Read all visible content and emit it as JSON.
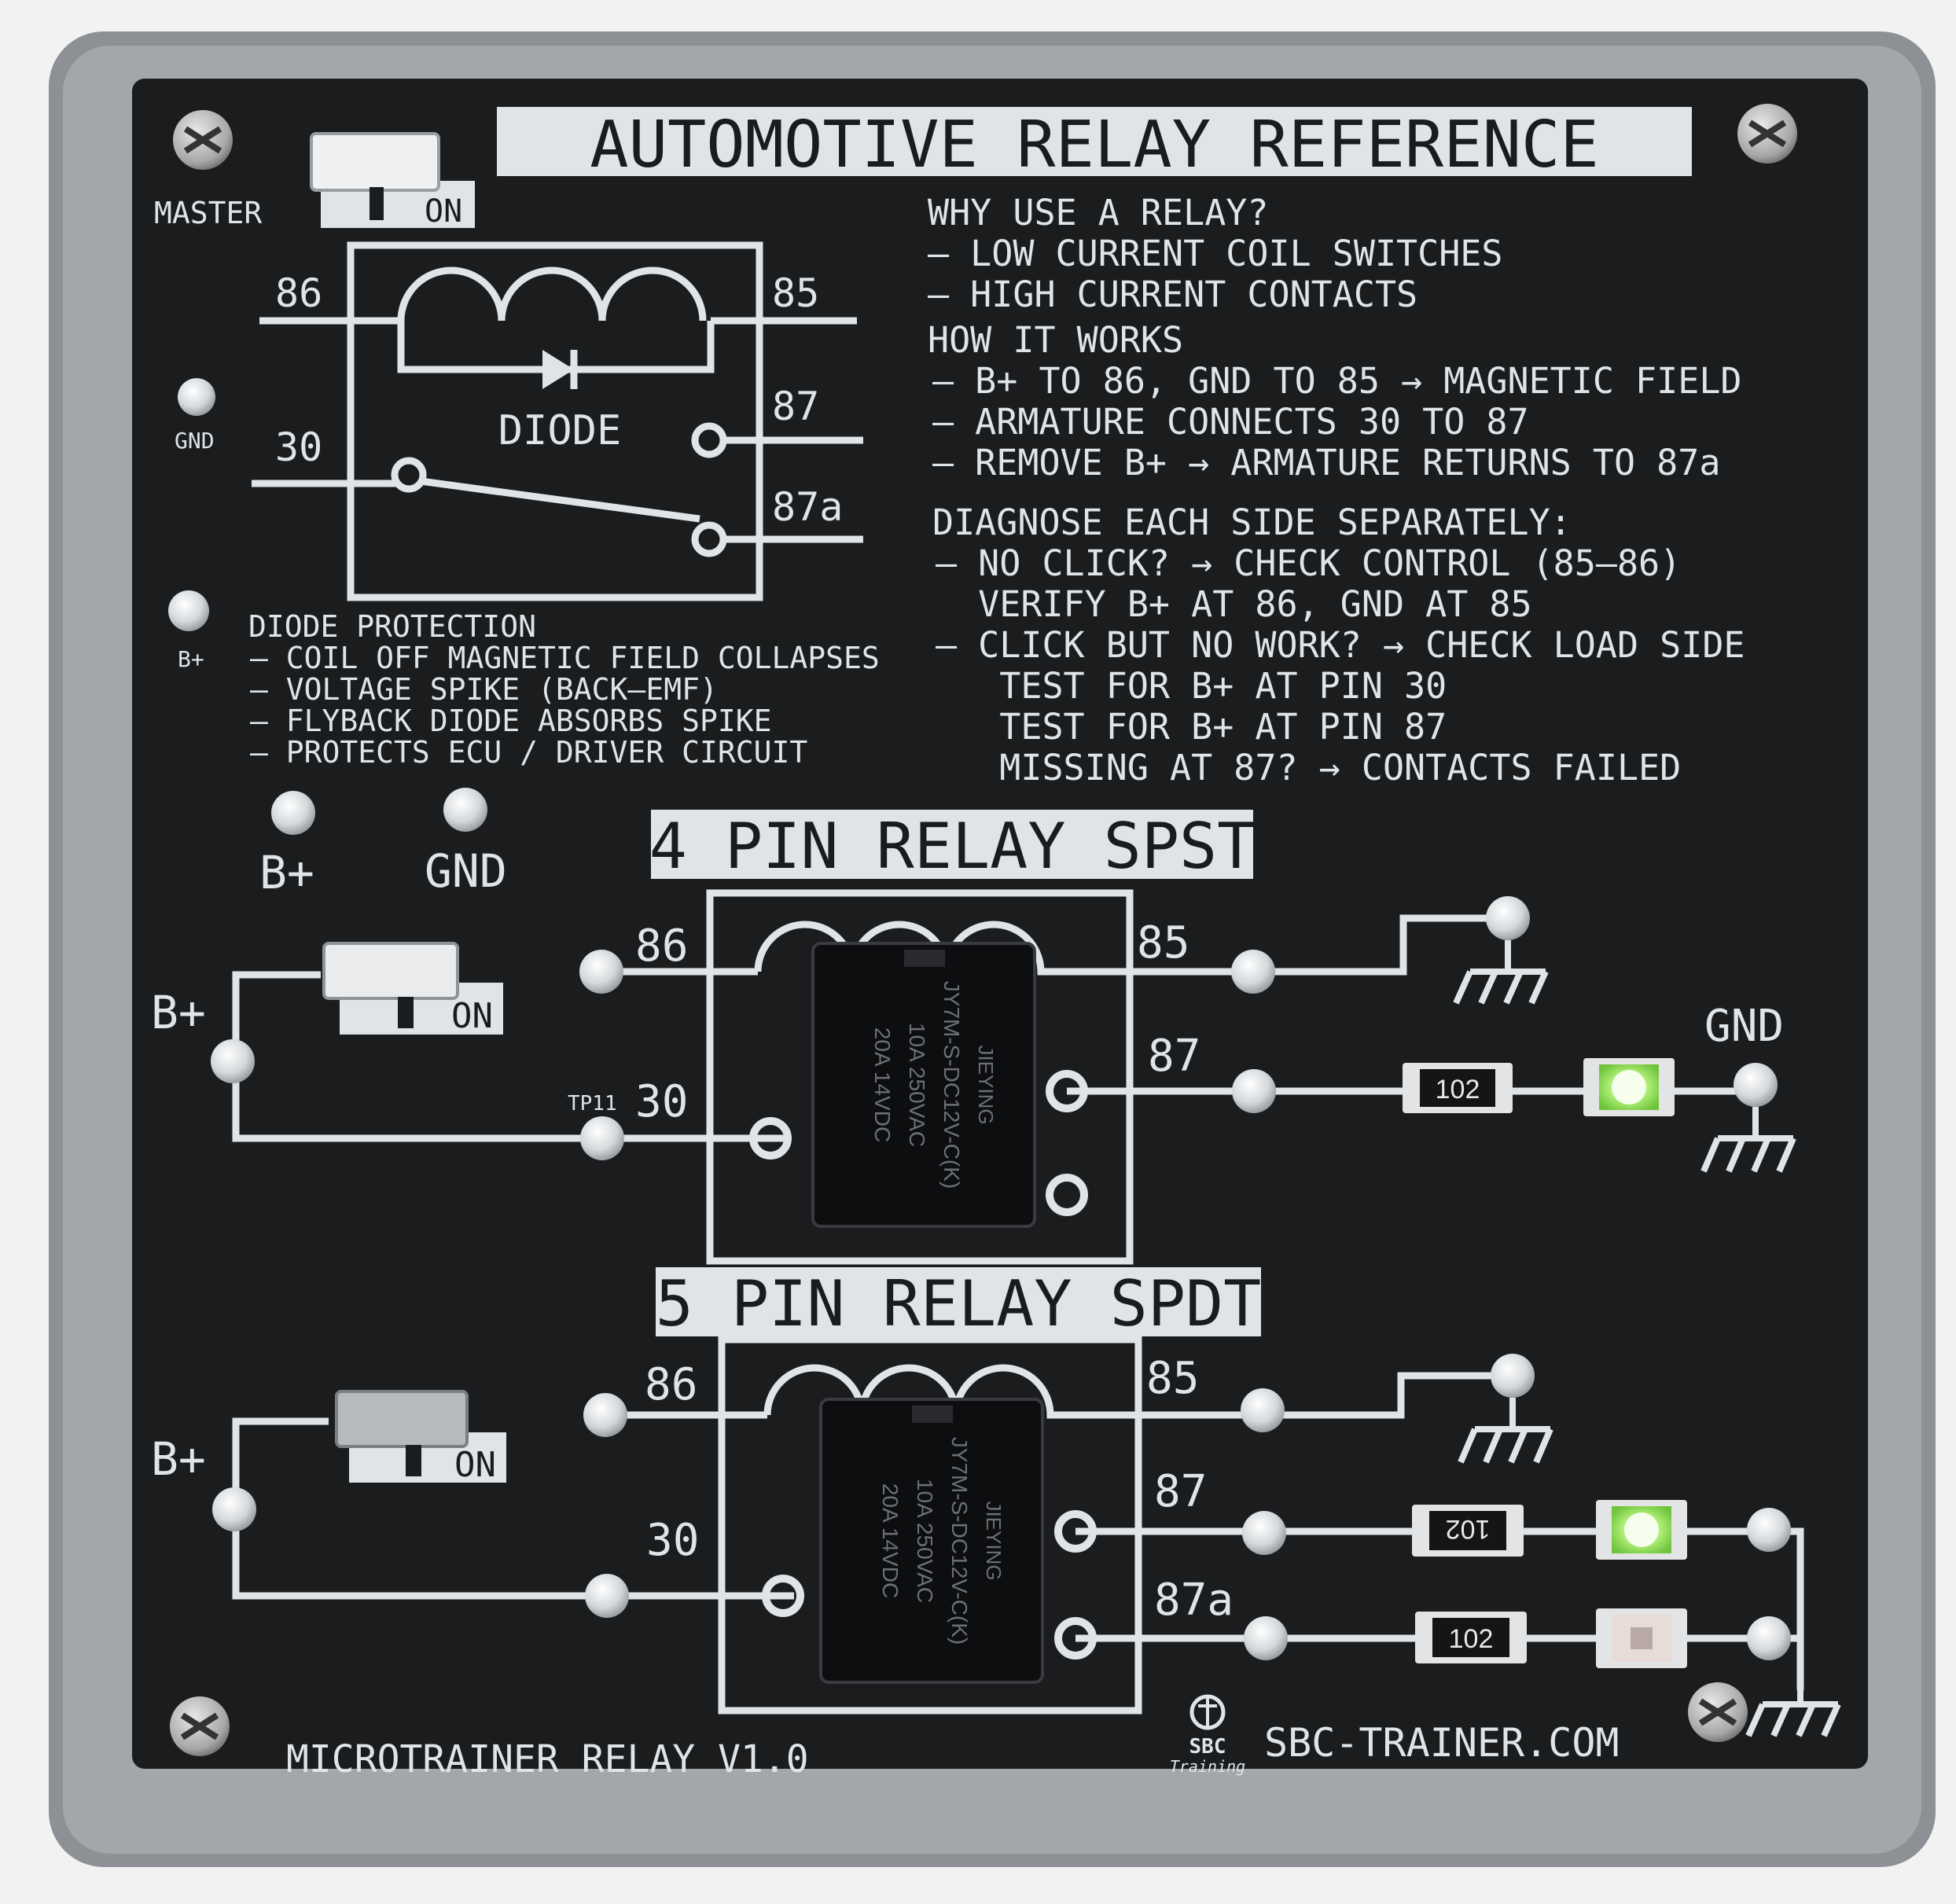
{
  "board": {
    "title": "AUTOMOTIVE RELAY REFERENCE",
    "master_label": "MASTER",
    "master_on": "ON",
    "gnd_label": "GND",
    "bplus_label": "B+",
    "footer_left": "MICROTRAINER RELAY V1.0",
    "footer_right": "SBC-TRAINER.COM",
    "logo_sbc": "SBC",
    "logo_training": "Training"
  },
  "diagram": {
    "pin86": "86",
    "pin85": "85",
    "pin87": "87",
    "pin30": "30",
    "pin87a": "87a",
    "diode": "DIODE"
  },
  "notes": {
    "why": [
      "WHY USE A RELAY?",
      "– LOW CURRENT COIL SWITCHES",
      "– HIGH CURRENT CONTACTS"
    ],
    "how": [
      "HOW IT WORKS",
      "– B+ TO 86, GND TO 85 → MAGNETIC FIELD",
      "– ARMATURE CONNECTS 30 TO 87",
      "– REMOVE B+ → ARMATURE RETURNS TO 87a"
    ],
    "diagnose": [
      "DIAGNOSE EACH SIDE SEPARATELY:",
      "– NO CLICK? → CHECK CONTROL (85–86)",
      "  VERIFY B+ AT 86, GND AT 85",
      "– CLICK BUT NO WORK? → CHECK LOAD SIDE",
      "   TEST FOR B+ AT PIN 30",
      "   TEST FOR B+ AT PIN 87",
      "   MISSING AT 87? → CONTACTS FAILED"
    ],
    "diode": [
      "DIODE PROTECTION",
      "– COIL OFF MAGNETIC FIELD COLLAPSES",
      "– VOLTAGE SPIKE (BACK–EMF)",
      "– FLYBACK DIODE ABSORBS SPIKE",
      "– PROTECTS ECU / DRIVER CIRCUIT"
    ]
  },
  "power_pads": {
    "bplus": "B+",
    "gnd": "GND"
  },
  "relay4": {
    "heading": "4 PIN RELAY SPST",
    "bplus": "B+",
    "switch_on": "ON",
    "pin86": "86",
    "pin85": "85",
    "pin87": "87",
    "pin30": "30",
    "tp": "TP11",
    "gnd": "GND",
    "resistor": "102",
    "led_state": "on",
    "relay_text": [
      "JIEYING",
      "JY7M-S-DC12V-C(K)",
      "10A 250VAC",
      "20A 14VDC"
    ]
  },
  "relay5": {
    "heading": "5 PIN RELAY SPDT",
    "bplus": "B+",
    "switch_on": "ON",
    "pin86": "86",
    "pin85": "85",
    "pin87": "87",
    "pin30": "30",
    "pin87a": "87a",
    "resistor87": "102",
    "resistor87a": "102",
    "led87_state": "on",
    "led87a_state": "off",
    "relay_text": [
      "JIEYING",
      "JY7M-S-DC12V-C(K)",
      "10A 250VAC",
      "20A 14VDC"
    ]
  },
  "colors": {
    "pcb": "#1b1c1e",
    "silk": "#dfe4e6",
    "frame": "#8d9095",
    "led_on": "#9ff36a",
    "led_off": "#e8dcd9"
  }
}
